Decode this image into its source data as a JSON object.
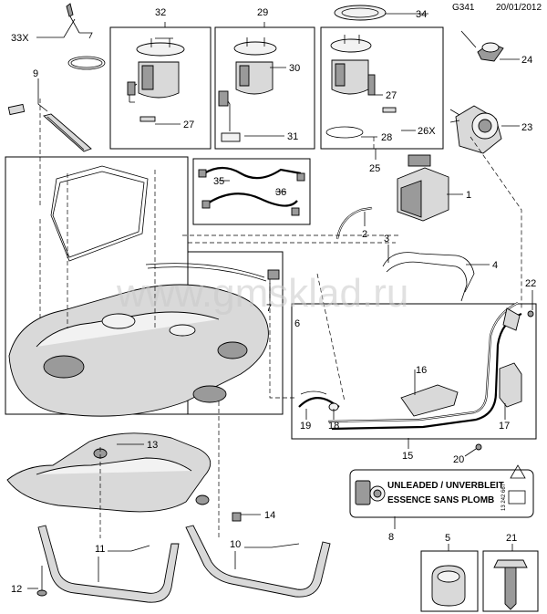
{
  "header": {
    "diagram_code": "G341",
    "date": "20/01/2012"
  },
  "watermark": "www.gmsklad.ru",
  "fuel_label": {
    "line1": "UNLEADED / UNVERBLEIT",
    "line2": "ESSENCE SANS PLOMB",
    "side_code": "13 242 667"
  },
  "callouts": {
    "c1": "1",
    "c2": "2",
    "c3": "3",
    "c4": "4",
    "c5": "5",
    "c6": "6",
    "c7": "7",
    "c8": "8",
    "c9": "9",
    "c10": "10",
    "c11": "11",
    "c12": "12",
    "c13": "13",
    "c14": "14",
    "c15": "15",
    "c16": "16",
    "c17": "17",
    "c18": "18",
    "c19": "19",
    "c20": "20",
    "c21": "21",
    "c22": "22",
    "c23": "23",
    "c24": "24",
    "c25": "25",
    "c26x": "26X",
    "c27a": "27",
    "c27b": "27",
    "c28": "28",
    "c29": "29",
    "c30": "30",
    "c31": "31",
    "c32": "32",
    "c33x": "33X",
    "c34": "34",
    "c35": "35",
    "c36": "36"
  }
}
